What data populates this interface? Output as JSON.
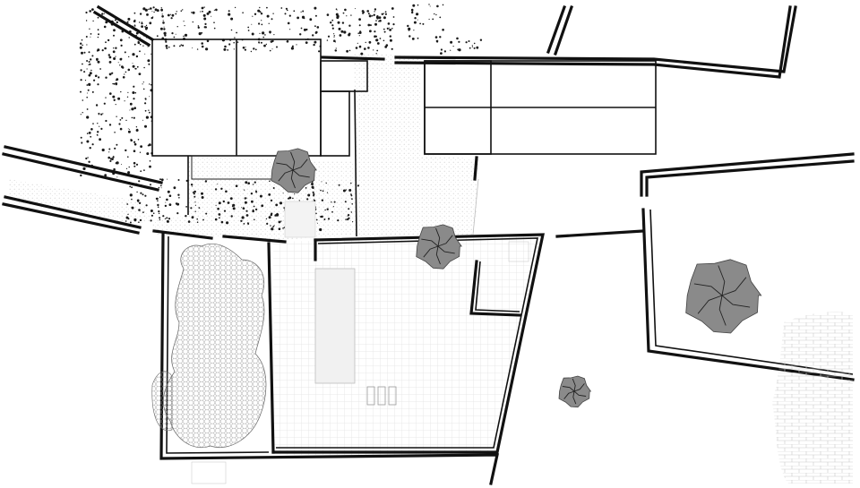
{
  "drawing": {
    "kind": "site plan",
    "colors": {
      "background": "#ffffff",
      "wall": "#111111",
      "roof_hatch": "#9a9a9a",
      "tree_canopy": "#8a8a8a",
      "hedge": "#b5b5b5",
      "paving": "#cfcfcf",
      "vegetation_dots": "#1a1a1a"
    },
    "elements": {
      "buildings": [
        "main-house-roof",
        "annex-roof",
        "east-wing-roof"
      ],
      "trees": [
        "tree-courtyard",
        "tree-garden-gate",
        "tree-east-field",
        "tree-south-lawn"
      ],
      "features": [
        "pool",
        "hedge-strip",
        "terrace-paving",
        "garden-benches",
        "shrubbery-northwest",
        "stone-pattern-east"
      ]
    }
  }
}
